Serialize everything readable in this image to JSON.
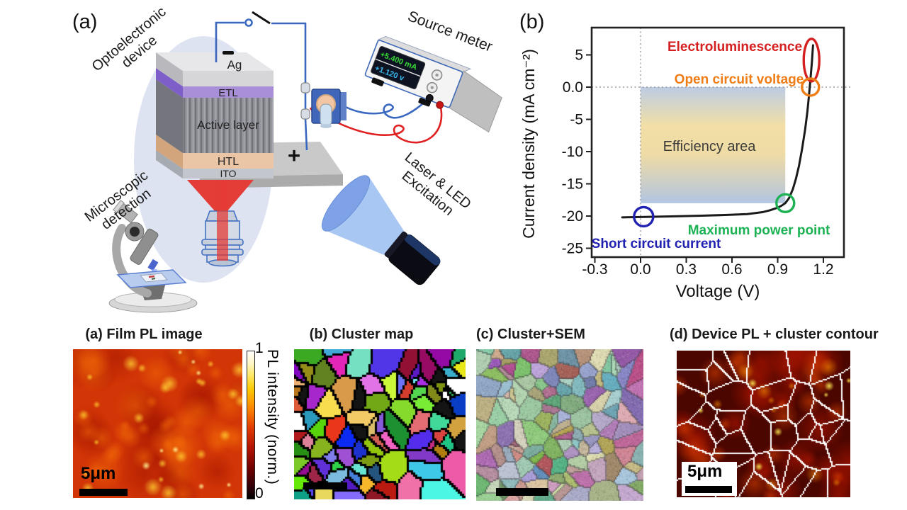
{
  "panel_a": {
    "label": "(a)",
    "device_label": [
      "Optoelectronic",
      "device"
    ],
    "microscope_label": [
      "Microscopic",
      "detection"
    ],
    "source_meter_label": "Source meter",
    "excitation_label": [
      "Laser & LED",
      "Excitation"
    ],
    "layers": {
      "top_contact": "Ag",
      "etl": "ETL",
      "active": "Active layer",
      "htl": "HTL",
      "ito": "ITO"
    },
    "meter_display": {
      "current": "+5.400 mA",
      "voltage": "+1.120 v"
    },
    "electrode_plus": "+",
    "colors": {
      "wire_blue": "#3a68c0",
      "wire_red": "#e02020",
      "etl_fill": "#a88fd8",
      "htl_fill": "#eac5a6",
      "beam_blue": "#a9c7f3",
      "beam_red": "#e43c36"
    }
  },
  "panel_b": {
    "label": "(b)",
    "chart": {
      "type": "line",
      "xlabel": "Voltage (V)",
      "ylabel": "Current density (mA cm⁻²)",
      "xlim": [
        -0.32,
        1.34
      ],
      "ylim": [
        -26.4,
        9.2
      ],
      "x_ticks": [
        -0.3,
        0,
        0.3,
        0.6,
        0.9,
        1.2
      ],
      "x_tick_labels": [
        "-0.3",
        "0.0",
        "0.3",
        "0.6",
        "0.9",
        "1.2"
      ],
      "y_ticks": [
        5,
        0,
        -5,
        -10,
        -15,
        -20,
        -25
      ],
      "y_tick_labels": [
        "5",
        "0.0",
        "-5",
        "-10",
        "-15",
        "-20",
        "-25"
      ],
      "grid": "dotted lines at V=0 and J=0",
      "series": [
        {
          "name": "J-V curve",
          "color": "#1a1a1a",
          "x": [
            -0.12,
            0.0,
            0.2,
            0.4,
            0.6,
            0.7,
            0.8,
            0.85,
            0.9,
            0.925,
            0.95,
            0.975,
            1.0,
            1.02,
            1.04,
            1.06,
            1.08,
            1.095,
            1.105,
            1.115,
            1.125,
            1.132
          ],
          "y": [
            -20.2,
            -20.15,
            -20.05,
            -19.95,
            -19.8,
            -19.7,
            -19.4,
            -19.1,
            -18.7,
            -18.4,
            -18.0,
            -17.2,
            -15.8,
            -14.2,
            -12.2,
            -9.6,
            -6.6,
            -3.8,
            -1.4,
            1.2,
            4.0,
            6.5
          ]
        }
      ],
      "efficiency_area": {
        "x": [
          0,
          0.95
        ],
        "y": [
          0,
          -18
        ],
        "gradient": [
          "#b9c9e3",
          "#f1dda1"
        ]
      },
      "annotations": [
        {
          "id": "el",
          "text": "Electroluminescence",
          "color": "#d42020",
          "marker": "ellipse",
          "at": [
            1.122,
            4.2
          ]
        },
        {
          "id": "voc",
          "text": "Open circuit voltage",
          "color": "#ee7d18",
          "marker": "circle",
          "at": [
            1.115,
            0
          ]
        },
        {
          "id": "mpp",
          "text": "Maximum power point",
          "color": "#1cb254",
          "marker": "circle",
          "at": [
            0.95,
            -18
          ]
        },
        {
          "id": "jsc",
          "text": "Short circuit current",
          "color": "#2121b2",
          "marker": "circle",
          "at": [
            0.02,
            -20.1
          ]
        },
        {
          "id": "eff",
          "text": "Efficiency area",
          "color": "#3c3c3c",
          "marker": "area",
          "at": [
            0.45,
            -9.5
          ]
        }
      ]
    }
  },
  "bottom_row": {
    "panels": [
      {
        "id": "film-pl",
        "title": "(a) Film PL image",
        "scalebar_text": "5μm"
      },
      {
        "id": "cluster-map",
        "title": "(b) Cluster map",
        "scalebar_text": ""
      },
      {
        "id": "cluster-sem",
        "title": "(c) Cluster+SEM",
        "scalebar_text": ""
      },
      {
        "id": "device-pl",
        "title": "(d) Device PL + cluster contour",
        "scalebar_text": "5μm"
      }
    ],
    "colorbar": {
      "max_label": "1",
      "min_label": "0",
      "axis_label": "PL intensity (norm.)"
    }
  }
}
